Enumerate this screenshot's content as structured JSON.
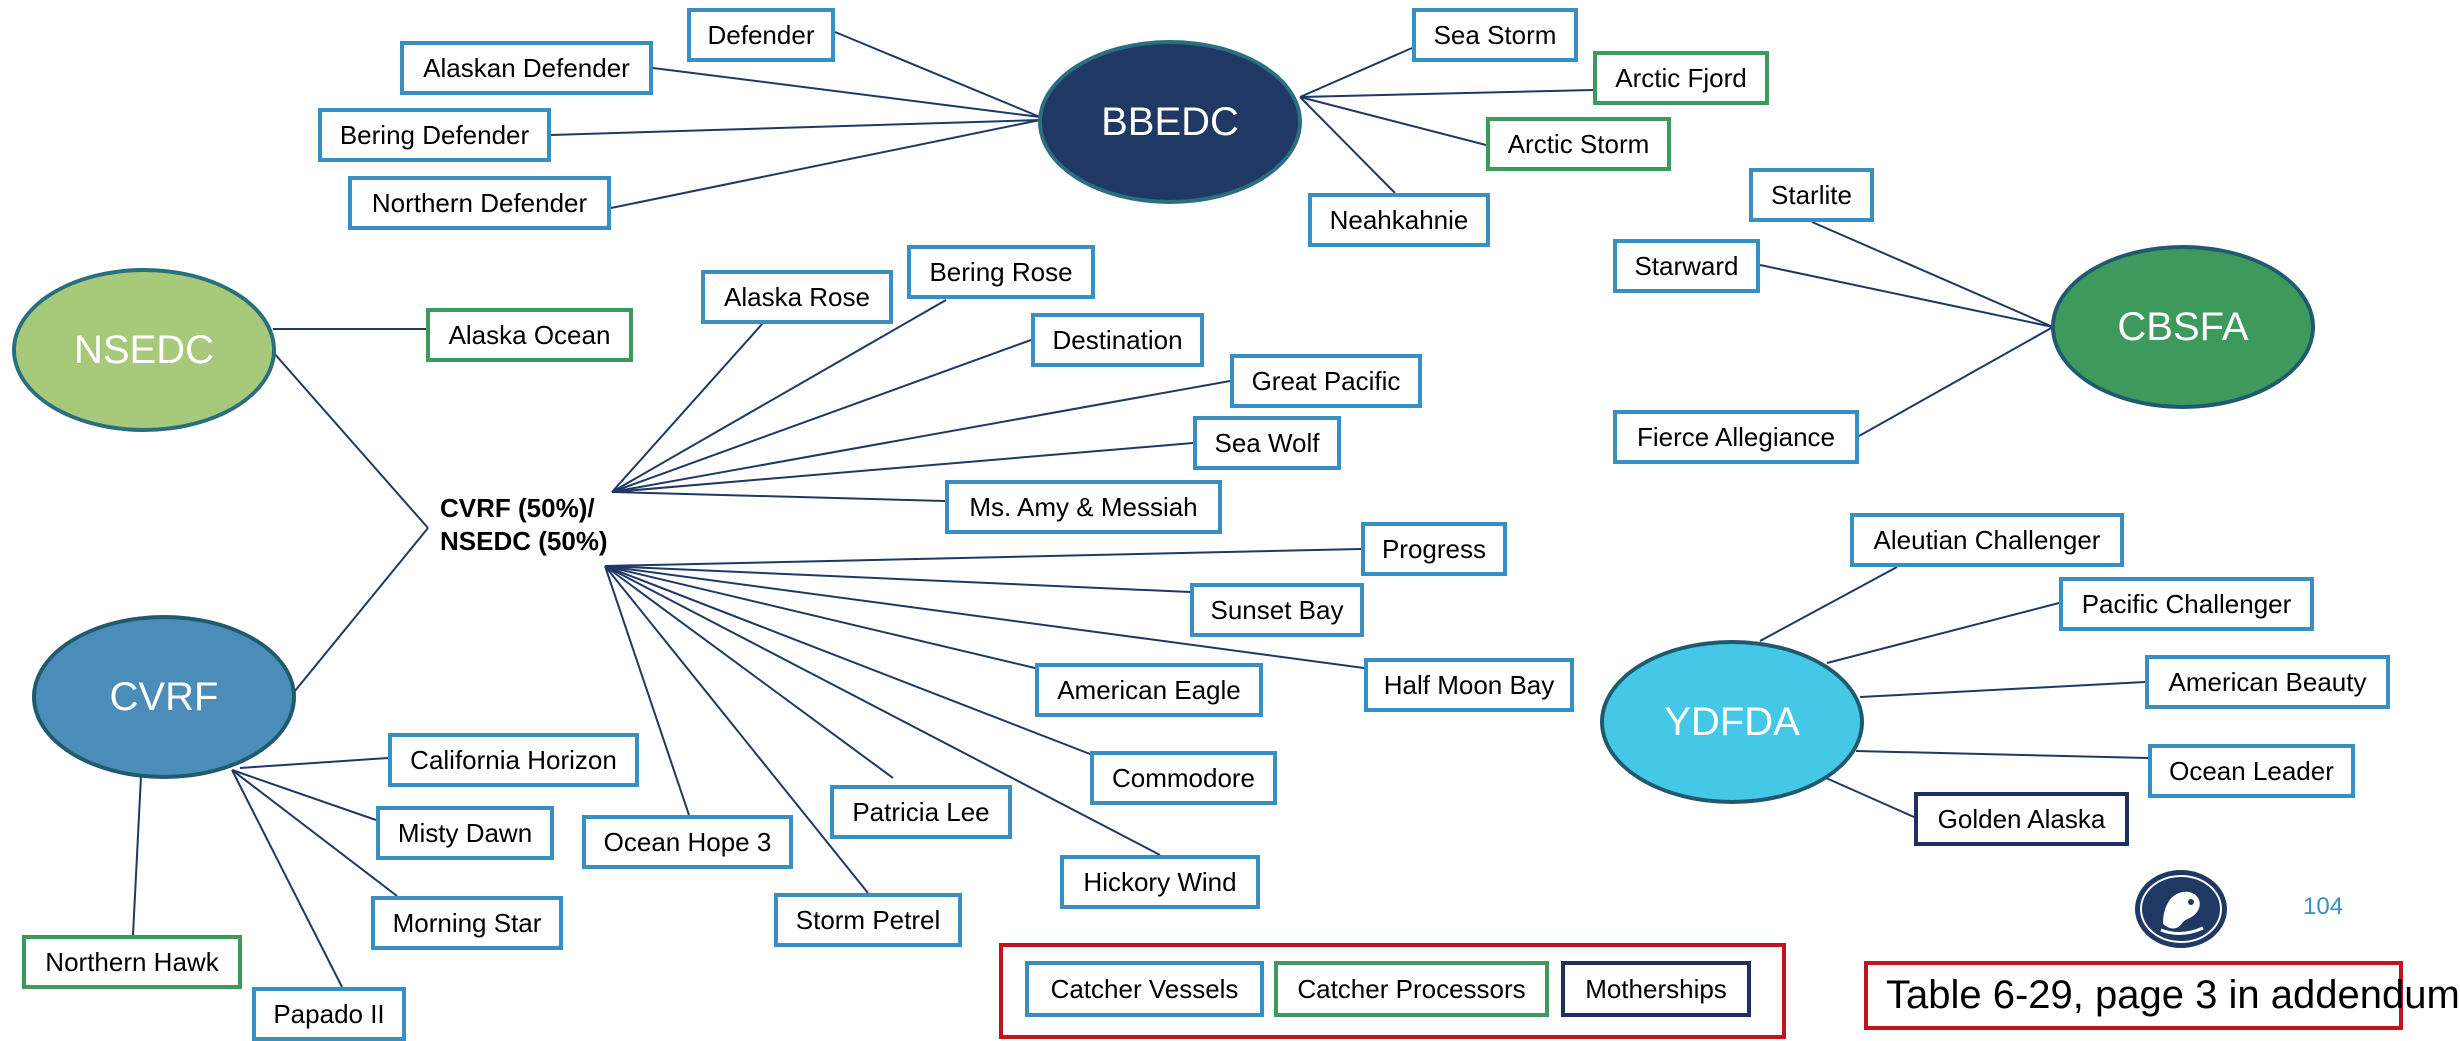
{
  "colors": {
    "catcher_vessel_border": "#3a8fc2",
    "catcher_processor_border": "#3e9a5c",
    "mothership_border": "#1f2f5e",
    "legend_border": "#c0141e",
    "edge_color": "#1f3864",
    "bbedc_fill": "#1f3864",
    "nsedc_fill": "#a6c97a",
    "cvrf_fill": "#4a8db8",
    "cbsfa_fill": "#3e9a5c",
    "ydfda_fill": "#45c8e8",
    "page_number": "#3a8fc2"
  },
  "groups": {
    "bbedc": "BBEDC",
    "nsedc": "NSEDC",
    "cvrf": "CVRF",
    "cbsfa": "CBSFA",
    "ydfda": "YDFDA"
  },
  "shared_hub": {
    "line1": "CVRF (50%)/",
    "line2": "NSEDC (50%)"
  },
  "vessels": {
    "defender": "Defender",
    "alaskan_defender": "Alaskan Defender",
    "bering_defender": "Bering Defender",
    "northern_defender": "Northern Defender",
    "sea_storm": "Sea Storm",
    "arctic_fjord": "Arctic Fjord",
    "arctic_storm": "Arctic Storm",
    "neahkahnie": "Neahkahnie",
    "starlite": "Starlite",
    "starward": "Starward",
    "fierce_allegiance": "Fierce Allegiance",
    "alaska_ocean": "Alaska Ocean",
    "alaska_rose": "Alaska Rose",
    "bering_rose": "Bering Rose",
    "destination": "Destination",
    "great_pacific": "Great Pacific",
    "sea_wolf": "Sea Wolf",
    "ms_amy_messiah": "Ms. Amy & Messiah",
    "progress": "Progress",
    "sunset_bay": "Sunset Bay",
    "half_moon_bay": "Half Moon Bay",
    "american_eagle": "American Eagle",
    "commodore": "Commodore",
    "hickory_wind": "Hickory Wind",
    "patricia_lee": "Patricia Lee",
    "ocean_hope_3": "Ocean Hope 3",
    "storm_petrel": "Storm Petrel",
    "california_horizon": "California Horizon",
    "misty_dawn": "Misty Dawn",
    "morning_star": "Morning Star",
    "northern_hawk": "Northern Hawk",
    "papado_ii": "Papado II",
    "aleutian_challenger": "Aleutian Challenger",
    "pacific_challenger": "Pacific Challenger",
    "american_beauty": "American Beauty",
    "ocean_leader": "Ocean Leader",
    "golden_alaska": "Golden Alaska"
  },
  "legend": {
    "catcher_vessels": "Catcher Vessels",
    "catcher_processors": "Catcher Processors",
    "motherships": "Motherships"
  },
  "table_ref": "Table 6-29, page 3 in addendum",
  "page_number": "104",
  "logo_icon": "seal-logo-icon"
}
